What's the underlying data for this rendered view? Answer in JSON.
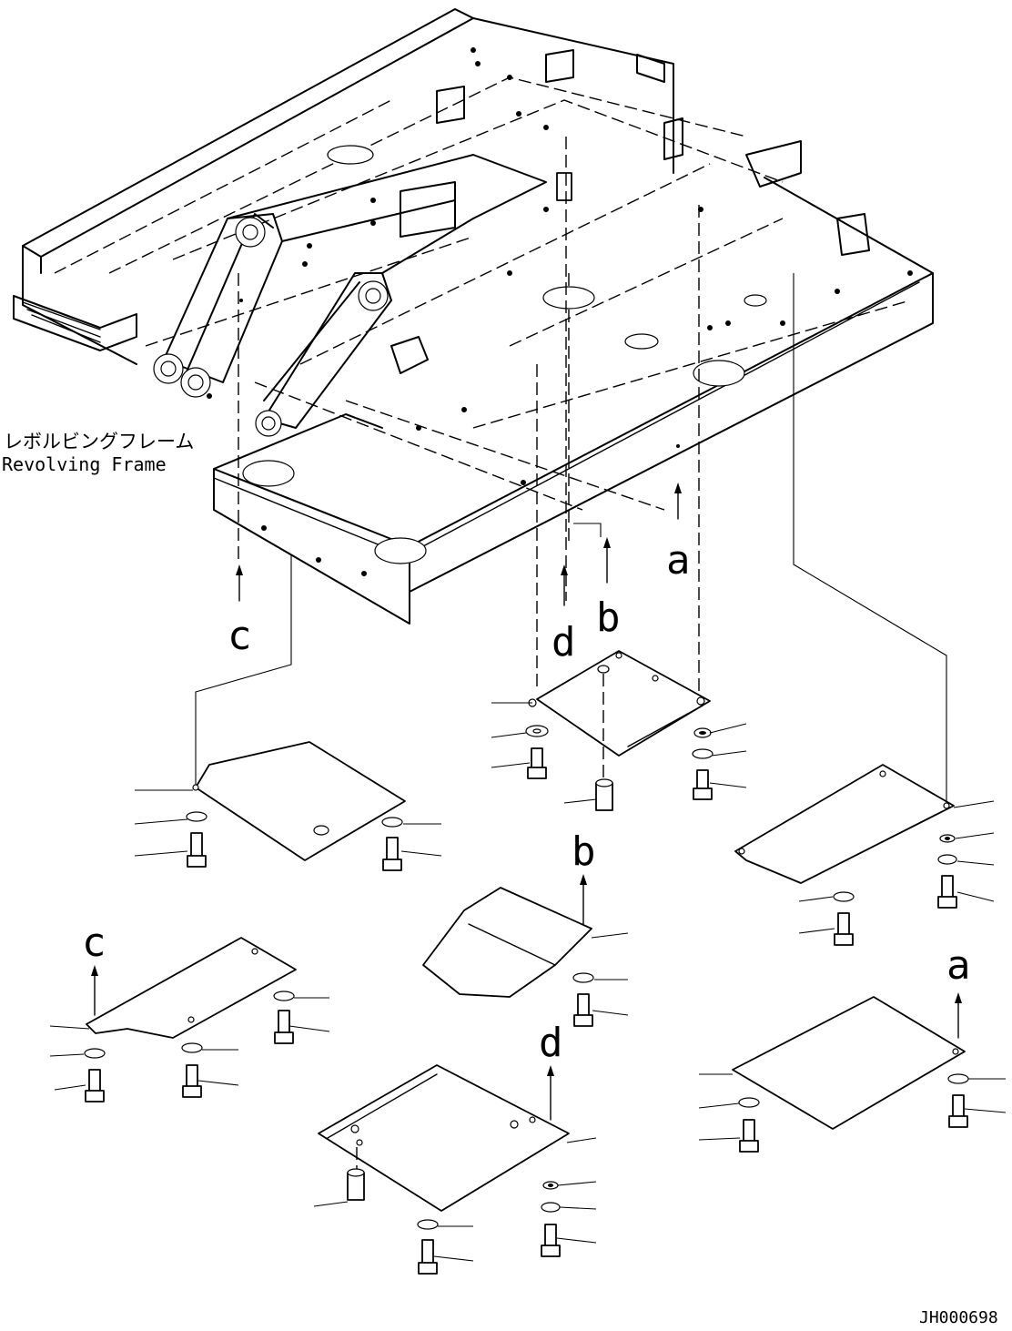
{
  "frame_label_jp": "レボルビングフレーム",
  "frame_label_en": "Revolving Frame",
  "drawing_code": "JH000698",
  "callouts": {
    "top_a": "a",
    "top_b": "b",
    "top_c": "c",
    "top_d": "d",
    "mid_b": "b",
    "bot_a": "a",
    "bot_c": "c",
    "bot_d": "d"
  }
}
